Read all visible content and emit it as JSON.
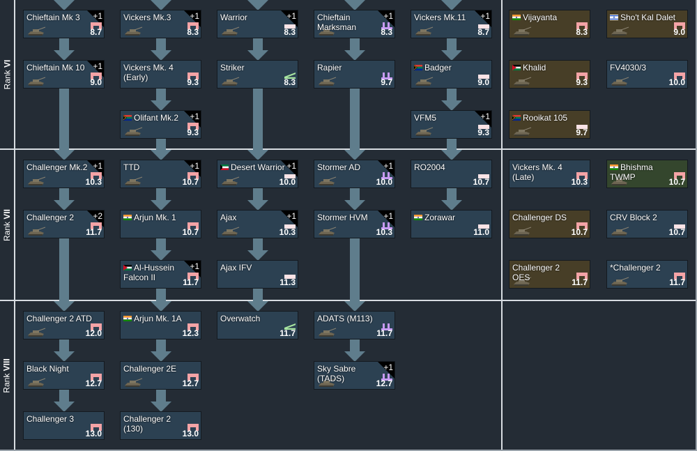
{
  "ranks": [
    {
      "label_prefix": "Rank",
      "label_numeral": "VI"
    },
    {
      "label_prefix": "Rank",
      "label_numeral": "VII"
    },
    {
      "label_prefix": "Rank",
      "label_numeral": "VIII"
    }
  ],
  "colors": {
    "background": "#242c35",
    "card_research": "#2c4152",
    "card_premium": "#473e27",
    "card_squadron": "#34462d",
    "connector": "#5f7d8c",
    "class_mbt": "#f4a3a6",
    "class_light": "#fae3e6",
    "class_spaa": "#c79af2",
    "class_atgm": "#a8e6a0"
  },
  "vehicles": {
    "r6": {
      "c0": [
        {
          "name": "Chieftain Mk 3",
          "br": "8.7",
          "badge": "+1",
          "class": "mbt"
        },
        {
          "name": "Chieftain Mk 10",
          "br": "9.0",
          "badge": "+1",
          "class": "mbt"
        }
      ],
      "c1": [
        {
          "name": "Vickers Mk.3",
          "br": "8.3",
          "badge": "+1",
          "class": "mbt"
        },
        {
          "name": "Vickers Mk. 4 (Early)",
          "br": "9.3",
          "class": "mbt"
        },
        {
          "name": "Olifant Mk.2",
          "flag": "za",
          "br": "9.3",
          "badge": "+1",
          "class": "mbt"
        }
      ],
      "c2": [
        {
          "name": "Warrior",
          "br": "8.3",
          "badge": "+1",
          "class": "light"
        },
        {
          "name": "Striker",
          "br": "8.3",
          "class": "atgm"
        }
      ],
      "c3": [
        {
          "name": "Chieftain Marksman",
          "br": "8.3",
          "badge": "+1",
          "class": "spaa"
        },
        {
          "name": "Rapier",
          "br": "9.7",
          "class": "spaa"
        }
      ],
      "c4": [
        {
          "name": "Vickers Mk.11",
          "br": "8.7",
          "badge": "+1",
          "class": "light"
        },
        {
          "name": "Badger",
          "flag": "za",
          "br": "9.0",
          "class": "light"
        },
        {
          "name": "VFM5",
          "br": "9.3",
          "badge": "+1",
          "class": "light"
        }
      ],
      "p0": [
        {
          "name": "Vijayanta",
          "flag": "in",
          "br": "8.3",
          "class": "mbt",
          "type": "premium"
        },
        {
          "name": "Khalid",
          "flag": "jo",
          "br": "9.3",
          "class": "mbt",
          "type": "premium"
        },
        {
          "name": "Rooikat 105",
          "flag": "za",
          "br": "9.7",
          "class": "light",
          "type": "premium"
        }
      ],
      "p1": [
        {
          "name": "Sho't Kal Dalet",
          "flag": "il",
          "br": "9.0",
          "class": "mbt",
          "type": "premium"
        },
        {
          "name": "FV4030/3",
          "br": "10.0",
          "class": "mbt",
          "type": "research"
        }
      ]
    },
    "r7": {
      "c0": [
        {
          "name": "Challenger Mk.2",
          "br": "10.3",
          "badge": "+1",
          "class": "mbt"
        },
        {
          "name": "Challenger 2",
          "br": "11.7",
          "badge": "+2",
          "class": "mbt"
        }
      ],
      "c1": [
        {
          "name": "TTD",
          "br": "10.7",
          "badge": "+1",
          "class": "mbt"
        },
        {
          "name": "Arjun Mk. 1",
          "flag": "in",
          "br": "10.7",
          "class": "mbt"
        },
        {
          "name": "Al-Hussein Falcon II",
          "flag": "jo",
          "br": "11.7",
          "badge": "+1",
          "class": "mbt"
        }
      ],
      "c2": [
        {
          "name": "Desert Warrior",
          "flag": "kw",
          "br": "10.0",
          "badge": "+1",
          "class": "light"
        },
        {
          "name": "Ajax",
          "br": "10.3",
          "badge": "+1",
          "class": "light"
        },
        {
          "name": "Ajax IFV",
          "br": "11.3",
          "class": "light"
        }
      ],
      "c3": [
        {
          "name": "Stormer AD",
          "br": "10.0",
          "badge": "+1",
          "class": "spaa"
        },
        {
          "name": "Stormer HVM",
          "br": "10.3",
          "badge": "+1",
          "class": "spaa"
        }
      ],
      "c4": [
        {
          "name": "RO2004",
          "br": "10.7",
          "class": "light"
        },
        {
          "name": "Zorawar",
          "flag": "in",
          "br": "11.0",
          "class": "light"
        }
      ],
      "p0": [
        {
          "name": "Vickers Mk. 4 (Late)",
          "br": "10.3",
          "class": "mbt",
          "type": "research"
        },
        {
          "name": "Challenger DS",
          "br": "10.7",
          "class": "mbt",
          "type": "premium"
        },
        {
          "name": "Challenger 2 OES",
          "br": "11.7",
          "class": "mbt",
          "type": "premium"
        }
      ],
      "p1": [
        {
          "name": "Bhishma TWMP",
          "flag": "in",
          "br": "10.7",
          "class": "mbt",
          "type": "squad"
        },
        {
          "name": "CRV Block 2",
          "br": "10.7",
          "class": "light",
          "type": "research"
        },
        {
          "name": "*Challenger 2",
          "br": "11.7",
          "class": "mbt",
          "type": "research"
        }
      ]
    },
    "r8": {
      "c0": [
        {
          "name": "Challenger 2 ATD",
          "br": "12.0",
          "class": "mbt"
        },
        {
          "name": "Black Night",
          "br": "12.7",
          "class": "mbt"
        },
        {
          "name": "Challenger 3",
          "br": "13.0",
          "class": "mbt"
        }
      ],
      "c1": [
        {
          "name": "Arjun Mk. 1A",
          "flag": "in",
          "br": "12.3",
          "class": "mbt"
        },
        {
          "name": "Challenger 2E",
          "br": "12.7",
          "class": "mbt"
        },
        {
          "name": "Challenger 2 (130)",
          "br": "13.0",
          "class": "mbt"
        }
      ],
      "c2": [
        {
          "name": "Overwatch",
          "br": "11.7",
          "class": "atgm"
        }
      ],
      "c3": [
        {
          "name": "ADATS (M113)",
          "br": "11.7",
          "class": "spaa"
        },
        {
          "name": "Sky Sabre (TADS)",
          "br": "12.7",
          "badge": "+1",
          "class": "spaa"
        }
      ]
    }
  }
}
